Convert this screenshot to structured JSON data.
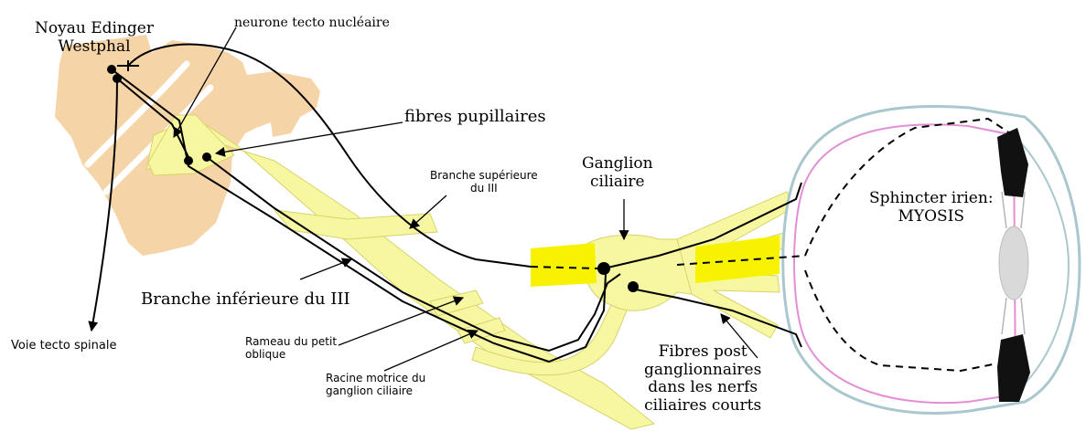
{
  "colors": {
    "brainstem": "#f5d4a7",
    "nerve": "#f8f7a1",
    "nerve_outline": "#d6d46a",
    "bright_nerve": "#f7f200",
    "fiber": "#000000",
    "eye_outline": "#a9c7cc",
    "retina": "#e48fd4",
    "lens": "#d9d9d9",
    "muscle": "#111111"
  },
  "labels": {
    "edinger_line1": "Noyau Edinger",
    "edinger_line2": "Westphal",
    "tecto_nucleaire": "neurone tecto nucléaire",
    "fibres_pupillaires": "fibres pupillaires",
    "branche_sup_line1": "Branche supérieure",
    "branche_sup_line2": "du III",
    "ganglion_line1": "Ganglion",
    "ganglion_line2": "ciliaire",
    "sphincter_line1": "Sphincter irien:",
    "sphincter_line2": "MYOSIS",
    "branche_inf": "Branche inférieure du III",
    "voie_tecto": "Voie tecto spinale",
    "rameau_line1": "Rameau du petit",
    "rameau_line2": "oblique",
    "racine_line1": "Racine motrice du",
    "racine_line2": "ganglion ciliaire",
    "fibres_post_line1": "Fibres post",
    "fibres_post_line2": "ganglionnaires",
    "fibres_post_line3": "dans les nerfs",
    "fibres_post_line4": "ciliaires courts"
  },
  "icons": [
    "arrowhead-icon",
    "synapse-bouton-icon"
  ]
}
